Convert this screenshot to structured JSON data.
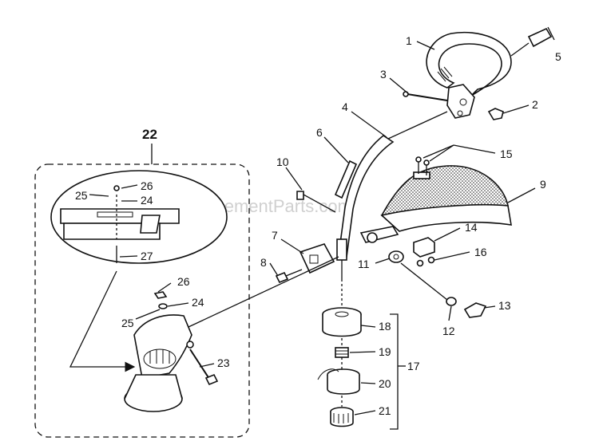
{
  "watermark": "eReplacementParts.com",
  "callouts": {
    "c1": "1",
    "c2": "2",
    "c3": "3",
    "c4": "4",
    "c5": "5",
    "c6": "6",
    "c7": "7",
    "c8": "8",
    "c9": "9",
    "c10": "10",
    "c11": "11",
    "c12": "12",
    "c13": "13",
    "c14": "14",
    "c15": "15",
    "c16": "16",
    "c17": "17",
    "c18": "18",
    "c19": "19",
    "c20": "20",
    "c21": "21",
    "c22": "22",
    "c23": "23",
    "c24a": "24",
    "c24b": "24",
    "c25a": "25",
    "c25b": "25",
    "c26a": "26",
    "c26b": "26",
    "c27": "27"
  }
}
